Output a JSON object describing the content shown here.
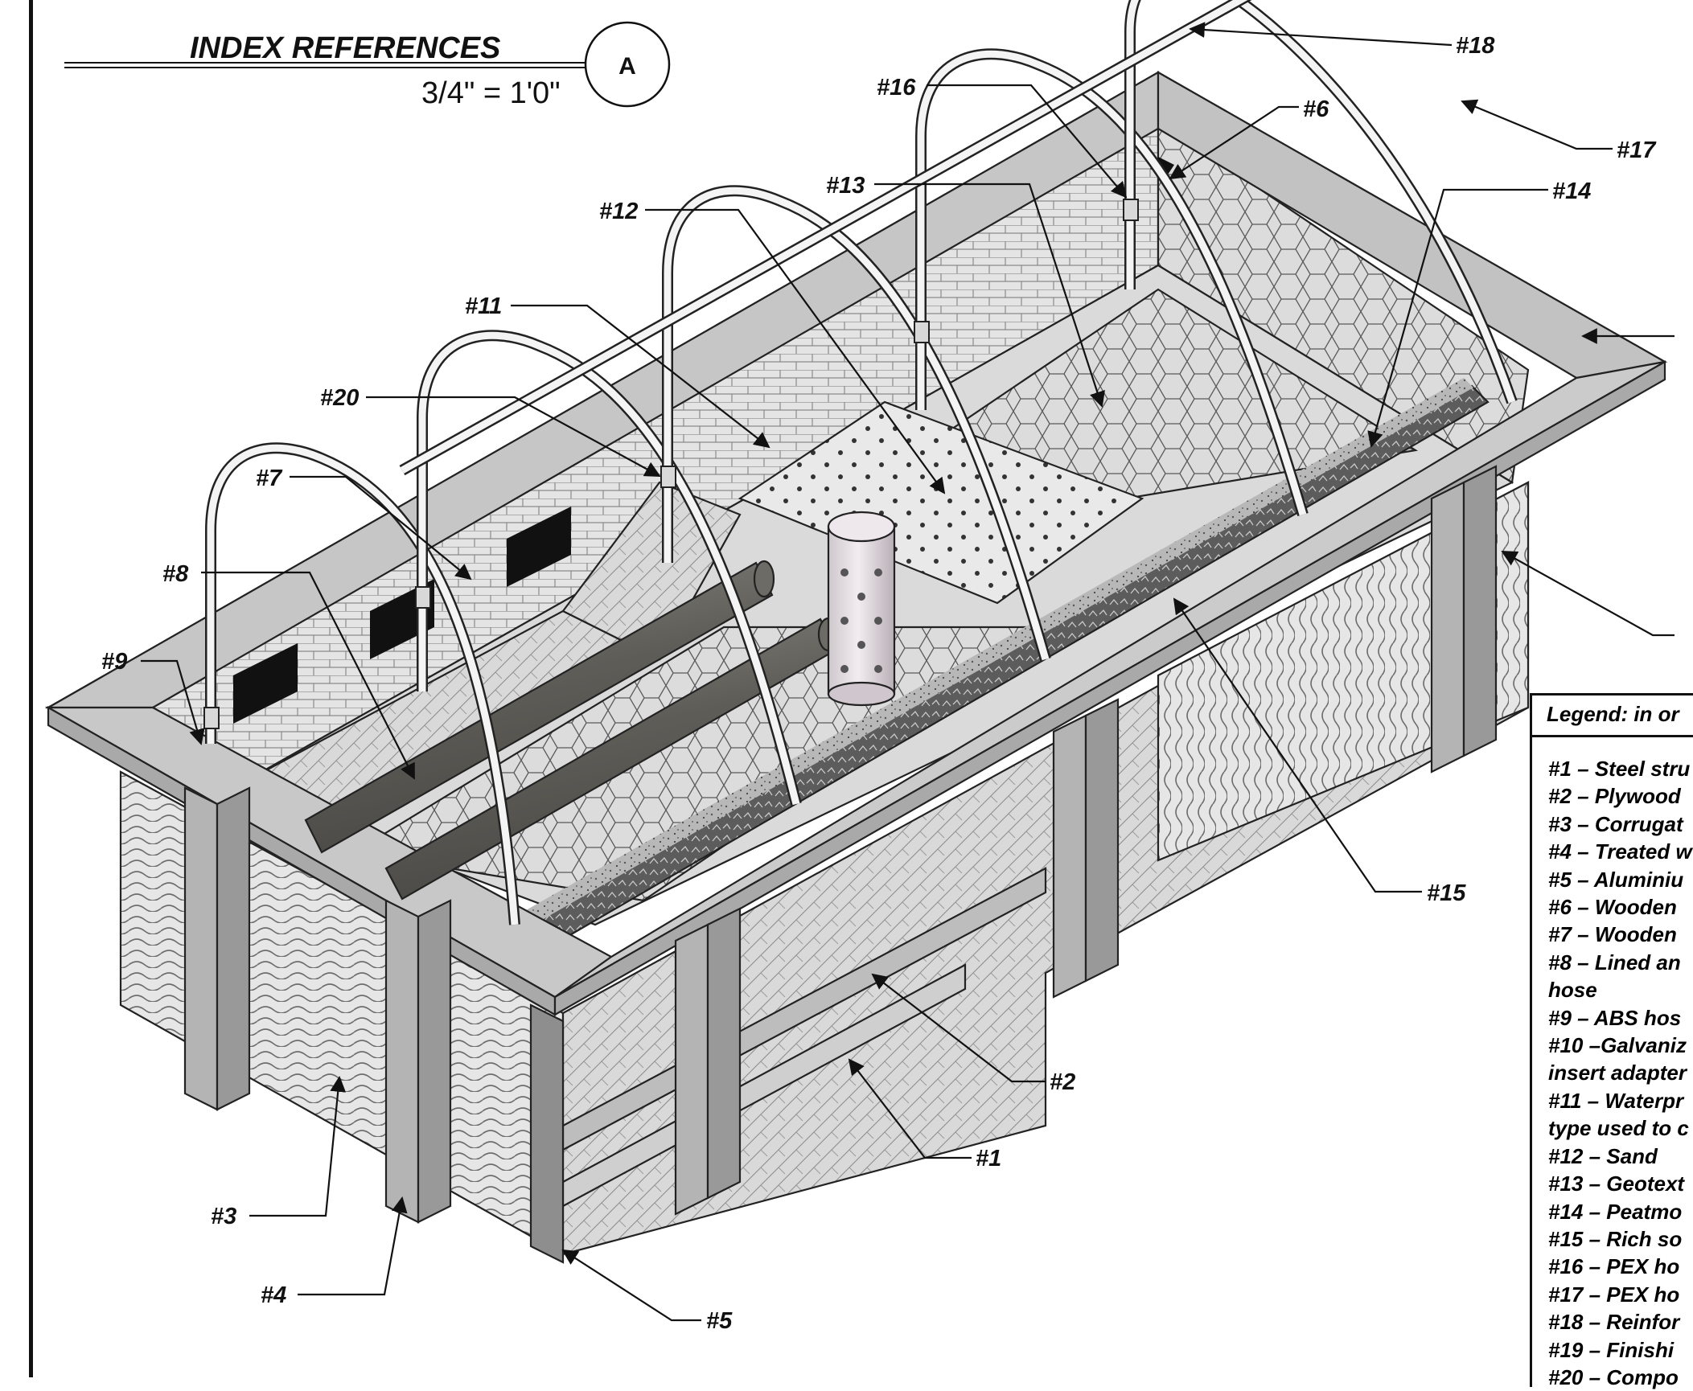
{
  "header": {
    "title": "INDEX REFERENCES",
    "scale": "3/4\" = 1'0\"",
    "section_marker": "A"
  },
  "callouts": [
    "#1",
    "#2",
    "#3",
    "#4",
    "#5",
    "#6",
    "#7",
    "#8",
    "#9",
    "#11",
    "#12",
    "#13",
    "#14",
    "#15",
    "#16",
    "#17",
    "#18",
    "#20"
  ],
  "legend": {
    "title": "Legend: in or",
    "items": [
      "#1 – Steel stru",
      "#2 – Plywood",
      "#3 – Corrugat",
      "#4 – Treated w",
      "#5 – Aluminiu",
      "#6 – Wooden",
      "#7 – Wooden",
      "#8 – Lined an",
      "hose",
      "#9 – ABS hos",
      "#10 –Galvaniz",
      "insert adapter",
      "#11 – Waterpr",
      "type used to c",
      "#12 – Sand",
      "#13 – Geotext",
      "#14 – Peatmo",
      "#15 – Rich so",
      "#16 – PEX ho",
      "#17 – PEX ho",
      "#18 – Reinfor",
      "#19 – Finishi",
      "#20 – Compo"
    ]
  },
  "colors": {
    "frame_top": "#c6c6c6",
    "frame_top_edge": "#a9a9a9",
    "post": "#b4b4b4",
    "corrugated": "#e2e2e2",
    "soil_strip": "#5e5e5e",
    "pipe": "#6a6862",
    "hoop": "#f4f4f4",
    "vent_pipe": "#e4dde2",
    "ink": "#111111"
  }
}
